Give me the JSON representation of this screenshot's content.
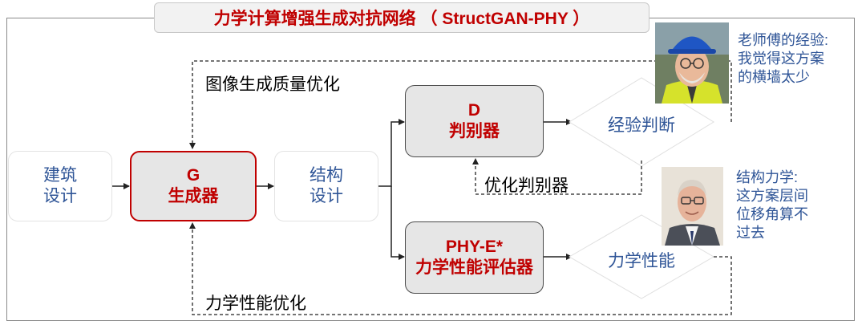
{
  "title": "力学计算增强生成对抗网络 （ StructGAN-PHY ）",
  "nodes": {
    "architecture_design": [
      "建筑",
      "设计"
    ],
    "generator": [
      "G",
      "生成器"
    ],
    "structural_design": [
      "结构",
      "设计"
    ],
    "discriminator": [
      "D",
      "判别器"
    ],
    "phy_evaluator": [
      "PHY-E*",
      "力学性能评估器"
    ]
  },
  "decisions": {
    "empirical_judgment": "经验判断",
    "mechanical_performance": "力学性能"
  },
  "feedback_labels": {
    "image_quality_optimization": "图像生成质量优化",
    "optimize_discriminator": "优化判别器",
    "mechanical_performance_optimization": "力学性能优化"
  },
  "comments": {
    "teacher_experience": [
      "老师傅的经验:",
      "我觉得这方案",
      "的横墙太少"
    ],
    "structural_mechanics": [
      "结构力学:",
      "这方案层间",
      "位移角算不",
      "过去"
    ]
  },
  "colors": {
    "accent_red": "#c00000",
    "text_blue": "#2f5597",
    "box_grey": "#e6e6e6"
  }
}
